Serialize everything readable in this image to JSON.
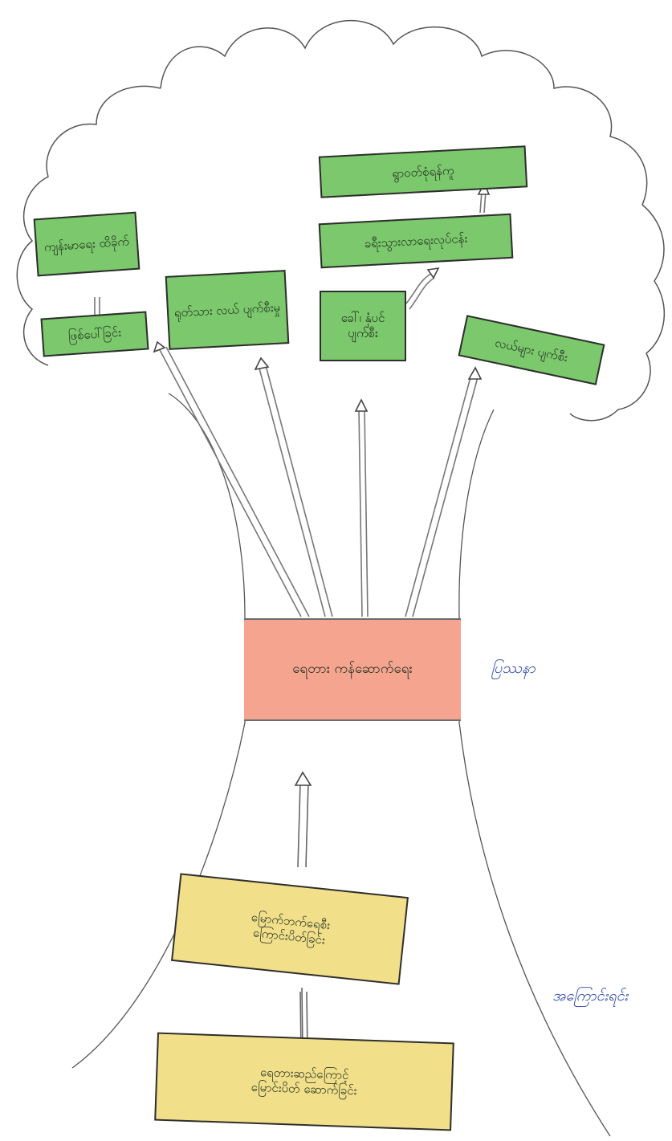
{
  "diagram": {
    "canopy_boxes": {
      "top_right": "ရွာ၀တ်စုံရန်ကူ",
      "tourist": "ခရီးသွားလာရေးလုပ်ငန်း",
      "traditional_sport": "ခေါ်၊ နှံပင် ပျက်စီး",
      "left_upper": "ကျန်းမာရေး ထိခိုက်",
      "left_lower": "ဖြစ်ပေါ်ခြင်း",
      "center_left": "ရုတ်သား လယ် ပျက်စီးမှု",
      "right": "လယ်များ ပျက်စီး"
    },
    "trunk_box": "ရေတား ကန်ဆောက်ရေး",
    "trunk_label": "ပြဿနာ",
    "root_boxes": {
      "upper": "မြောက်ဘက်ရေစီး\nကြောင်းပိတ်ခြင်း",
      "lower": "ရေတားဆည်ကြောင့်\nမြောင်းပိတ် ဆောက်ခြင်း"
    },
    "root_label": "အကြောင်းရင်း"
  },
  "colors": {
    "effect": "#7cc86c",
    "problem": "#f4a48f",
    "cause": "#f1df8a",
    "label": "#2b46a8"
  }
}
